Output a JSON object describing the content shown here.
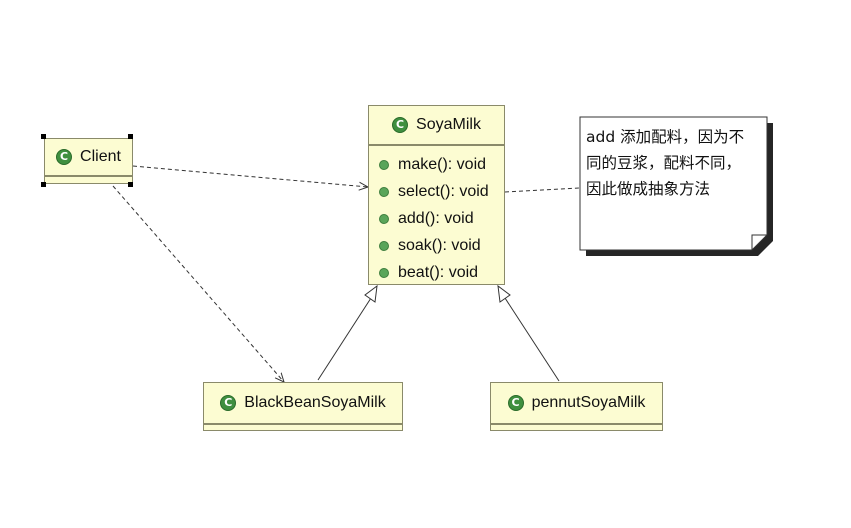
{
  "classes": {
    "client": {
      "name": "Client"
    },
    "soyamilk": {
      "name": "SoyaMilk",
      "methods": [
        "make(): void",
        "select(): void",
        "add(): void",
        "soak(): void",
        "beat(): void"
      ]
    },
    "blackbean": {
      "name": "BlackBeanSoyaMilk"
    },
    "pennut": {
      "name": "pennutSoyaMilk"
    }
  },
  "note": {
    "lines": [
      "add 添加配料，因为不",
      "同的豆浆，配料不同，",
      "因此做成抽象方法"
    ]
  },
  "colors": {
    "class_fill": "#fcfcd2",
    "class_border": "#8a8a6a",
    "icon_green": "#3f8f3f",
    "line": "#333333"
  }
}
